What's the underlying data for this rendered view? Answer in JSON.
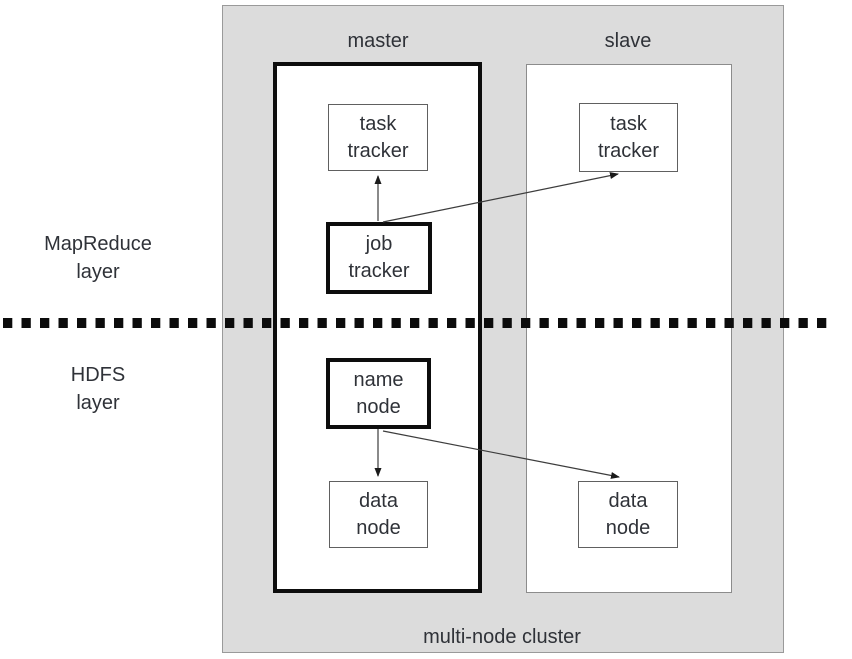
{
  "diagram": {
    "cluster_label": "multi-node cluster",
    "layers": [
      {
        "id": "mapreduce",
        "label": "MapReduce\nlayer"
      },
      {
        "id": "hdfs",
        "label": "HDFS\nlayer"
      }
    ],
    "columns": [
      {
        "id": "master",
        "label": "master",
        "emphasis": true
      },
      {
        "id": "slave",
        "label": "slave",
        "emphasis": false
      }
    ],
    "nodes": [
      {
        "id": "task-tracker-master",
        "label": "task\ntracker",
        "column": "master",
        "layer": "mapreduce",
        "emphasis": false
      },
      {
        "id": "job-tracker",
        "label": "job\ntracker",
        "column": "master",
        "layer": "mapreduce",
        "emphasis": true
      },
      {
        "id": "name-node",
        "label": "name\nnode",
        "column": "master",
        "layer": "hdfs",
        "emphasis": true
      },
      {
        "id": "data-node-master",
        "label": "data\nnode",
        "column": "master",
        "layer": "hdfs",
        "emphasis": false
      },
      {
        "id": "task-tracker-slave",
        "label": "task\ntracker",
        "column": "slave",
        "layer": "mapreduce",
        "emphasis": false
      },
      {
        "id": "data-node-slave",
        "label": "data\nnode",
        "column": "slave",
        "layer": "hdfs",
        "emphasis": false
      }
    ],
    "edges": [
      {
        "from": "job-tracker",
        "to": "task-tracker-master"
      },
      {
        "from": "job-tracker",
        "to": "task-tracker-slave"
      },
      {
        "from": "name-node",
        "to": "data-node-master"
      },
      {
        "from": "name-node",
        "to": "data-node-slave"
      }
    ],
    "colors": {
      "cluster_bg": "#dcdcdc",
      "cluster_border": "#9a9a9a",
      "node_bg": "#ffffff",
      "emphasis_border": "#0d0d0d",
      "thin_border": "#606060",
      "text": "#2f3238",
      "arrow": "#3d3d3d",
      "divider": "#0c0c0c"
    }
  }
}
